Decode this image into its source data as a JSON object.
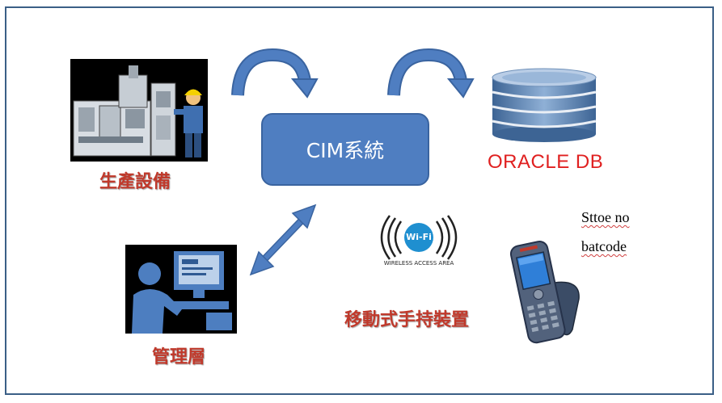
{
  "diagram": {
    "center_label": "CIM系統",
    "production_label": "生產設備",
    "database_label": "ORACLE DB",
    "management_label": "管理層",
    "mobile_label": "移動式手持裝置",
    "wifi": {
      "badge": "Wi-Fi",
      "caption": "WIRELESS ACCESS AREA"
    },
    "note_line1": "Sttoe   no",
    "note_line2": "batcode"
  },
  "colors": {
    "box": "#4f7ec1",
    "arrow": "#4a77b8",
    "label_red": "#c0392b",
    "oracle_red": "#e02020"
  }
}
